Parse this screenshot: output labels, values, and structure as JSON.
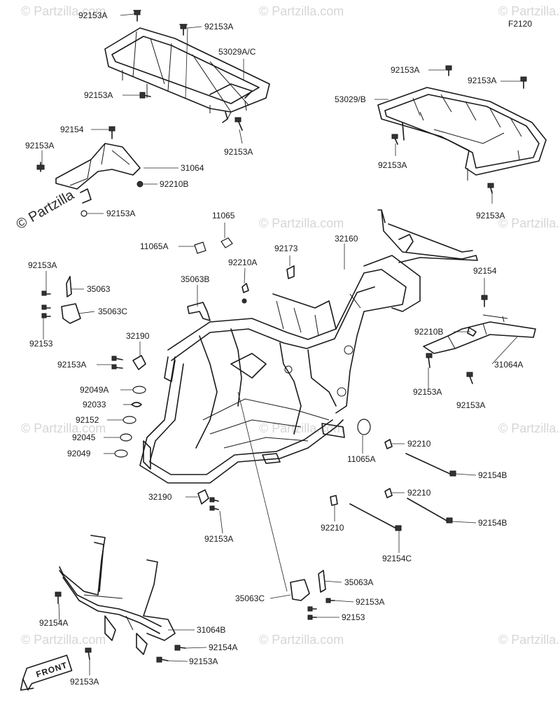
{
  "figure_code": "F2120",
  "watermark": {
    "brand": "© Partzilla.com",
    "corner_mark": "© Partzilla"
  },
  "front_badge": "FRONT",
  "labels": {
    "l01": "92153A",
    "l02": "92153A",
    "l03": "53029A/C",
    "l04": "92153A",
    "l05": "92154",
    "l06": "92153A",
    "l07": "92153A",
    "l08": "31064",
    "l09": "92210B",
    "l10": "92153A",
    "l11": "92153A",
    "l12": "92153A",
    "l13": "53029/B",
    "l14": "92153A",
    "l15": "92153A",
    "l16": "11065",
    "l17": "11065A",
    "l18": "92173",
    "l19": "32160",
    "l20": "92210A",
    "l21": "92154",
    "l22": "92153A",
    "l23": "35063",
    "l24": "35063B",
    "l25": "35063C",
    "l26": "92153",
    "l27": "32190",
    "l28": "92210B",
    "l29": "92153A",
    "l30": "31064A",
    "l31": "92153A",
    "l32": "92049A",
    "l33": "92153A",
    "l34": "92033",
    "l35": "92152",
    "l36": "92045",
    "l37": "92210",
    "l38": "92049",
    "l39": "11065A",
    "l40": "92154B",
    "l41": "92210",
    "l42": "32190",
    "l43": "92210",
    "l44": "92154B",
    "l45": "92153A",
    "l46": "92154C",
    "l47": "35063A",
    "l48": "35063C",
    "l49": "92153A",
    "l50": "92153",
    "l51": "92154A",
    "l52": "31064B",
    "l53": "92154A",
    "l54": "92153A",
    "l55": "92153A"
  }
}
